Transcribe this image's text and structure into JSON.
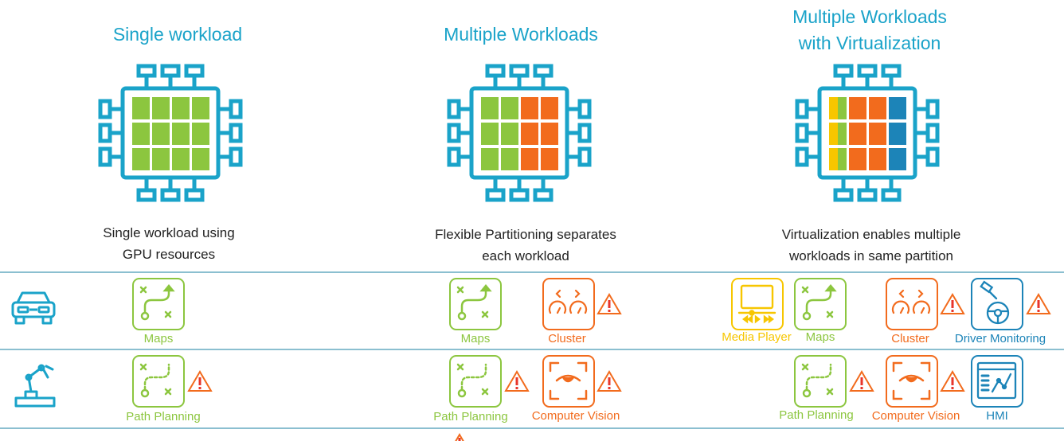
{
  "columns": [
    {
      "title_line1": "Single workload",
      "title_line2": "",
      "desc_line1": "Single workload using",
      "desc_line2": "GPU resources"
    },
    {
      "title_line1": "Multiple Workloads",
      "title_line2": "",
      "desc_line1": "Flexible Partitioning separates",
      "desc_line2": "each workload"
    },
    {
      "title_line1": "Multiple Workloads",
      "title_line2": "with Virtualization",
      "desc_line1": "Virtualization enables multiple",
      "desc_line2": "workloads in same partition"
    }
  ],
  "rows": {
    "car": {
      "col1": [
        "Maps"
      ],
      "col2": [
        "Maps",
        "Cluster"
      ],
      "col3": [
        "Media Player",
        "Maps",
        "Cluster",
        "Driver Monitoring"
      ]
    },
    "robot": {
      "col1": [
        "Path Planning"
      ],
      "col2": [
        "Path Planning",
        "Computer Vision"
      ],
      "col3": [
        "Path Planning",
        "Computer Vision",
        "HMI"
      ]
    }
  },
  "colors": {
    "accent": "#1aa3c9",
    "green": "#8cc63f",
    "orange": "#f26b1d",
    "yellow": "#f7c600",
    "blue": "#1c84b8",
    "warning": "#e8352b"
  },
  "icons": [
    "car-icon",
    "robot-arm-icon",
    "map-route-icon",
    "gauge-cluster-icon",
    "eye-vision-icon",
    "media-player-icon",
    "steering-camera-icon",
    "hmi-chart-icon",
    "warning-icon"
  ]
}
